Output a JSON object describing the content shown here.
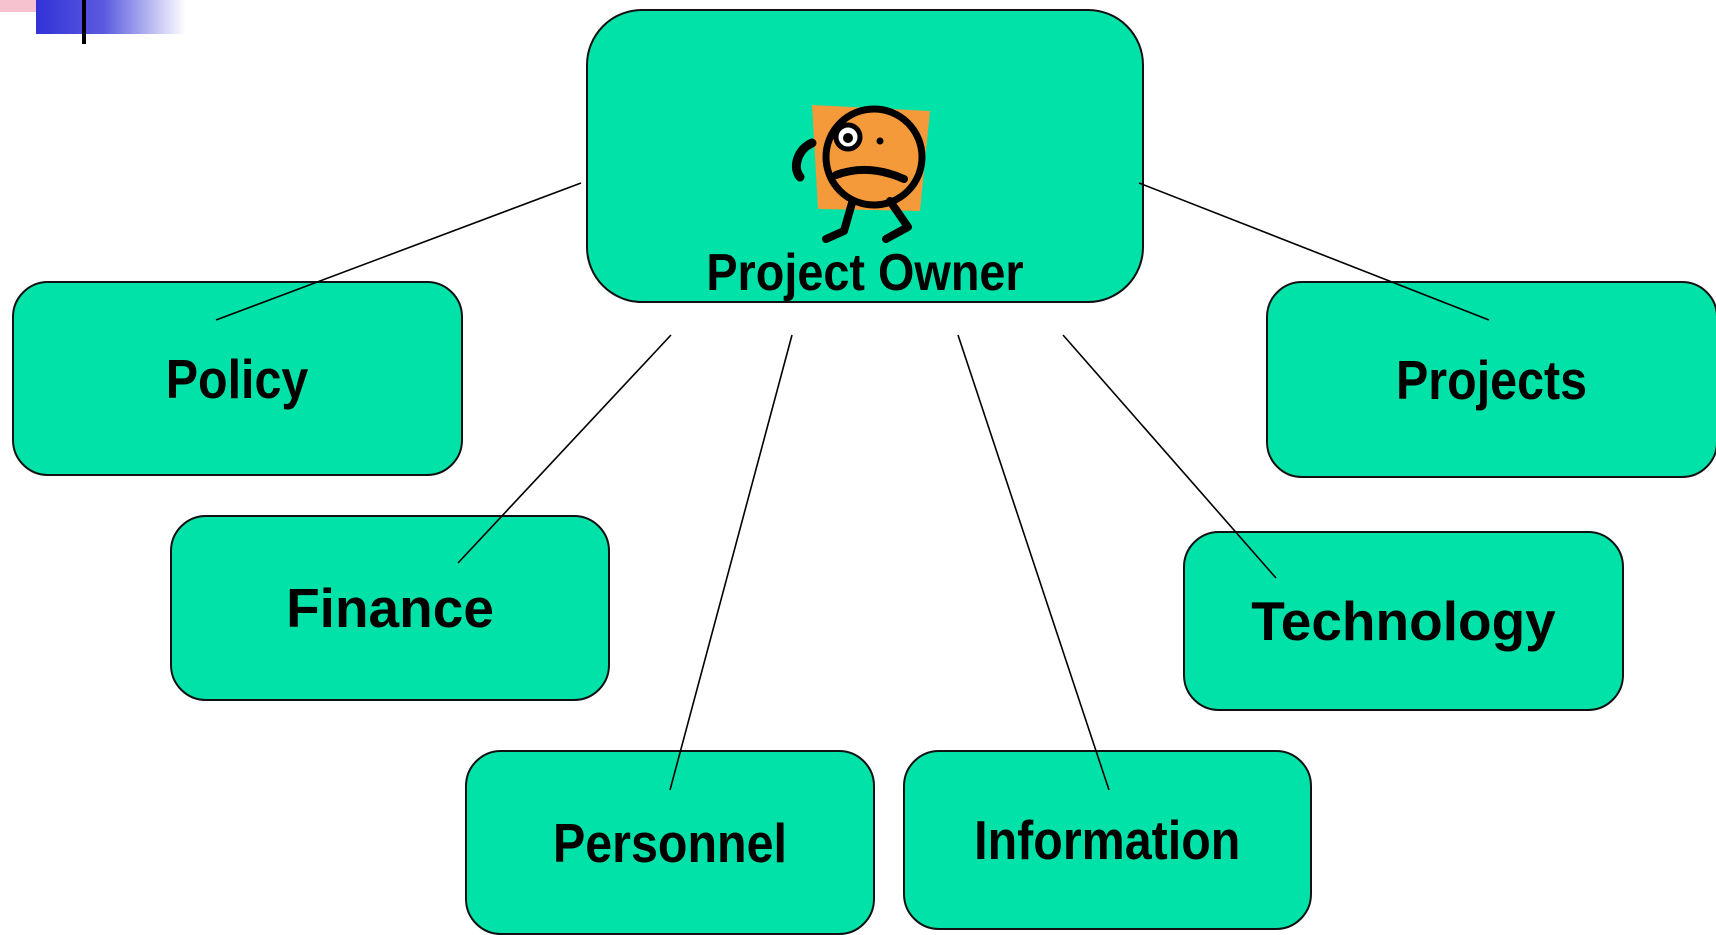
{
  "diagram": {
    "root": {
      "label": "Project Owner",
      "icon": "frowning-stick-figure-icon"
    },
    "children": [
      {
        "id": "policy",
        "label": "Policy"
      },
      {
        "id": "finance",
        "label": "Finance"
      },
      {
        "id": "personnel",
        "label": "Personnel"
      },
      {
        "id": "information",
        "label": "Information"
      },
      {
        "id": "technology",
        "label": "Technology"
      },
      {
        "id": "projects",
        "label": "Projects"
      }
    ],
    "colors": {
      "node_fill": "#00E2A8",
      "node_border": "#111111",
      "face_fill": "#F59A3A",
      "corner_accent_blue": "#3232D8",
      "corner_accent_pink": "#F7C2D0"
    }
  }
}
